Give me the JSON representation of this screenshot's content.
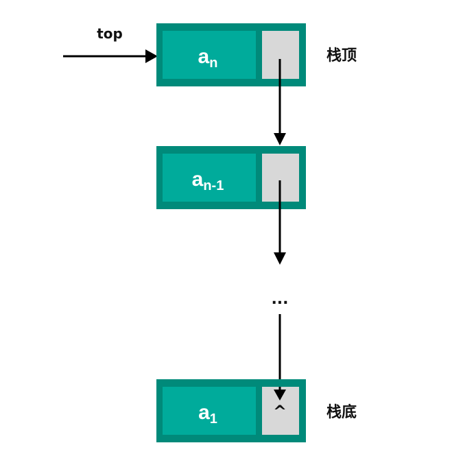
{
  "colors": {
    "node_outer": "#008a7a",
    "node_inner": "#00ab9b",
    "pointer_cell": "#d8d8d8",
    "arrow": "#000000"
  },
  "top_pointer": {
    "label": "top"
  },
  "nodes": [
    {
      "base": "a",
      "sub": "n"
    },
    {
      "base": "a",
      "sub": "n-1"
    },
    {
      "base": "a",
      "sub": "1",
      "null_mark": "^"
    }
  ],
  "ellipsis": "...",
  "labels": {
    "stack_top": "栈顶",
    "stack_bottom": "栈底"
  }
}
